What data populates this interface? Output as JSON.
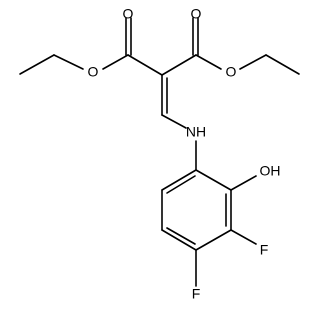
{
  "molecule": {
    "atom_labels": {
      "o_carbonyl_left": "O",
      "o_carbonyl_right": "O",
      "o_ester_left": "O",
      "o_ester_right": "O",
      "nh": "NH",
      "oh": "OH",
      "f_top": "F",
      "f_bottom": "F"
    }
  },
  "colors": {
    "bond": "#000000",
    "label": "#000000",
    "background": "#ffffff"
  }
}
